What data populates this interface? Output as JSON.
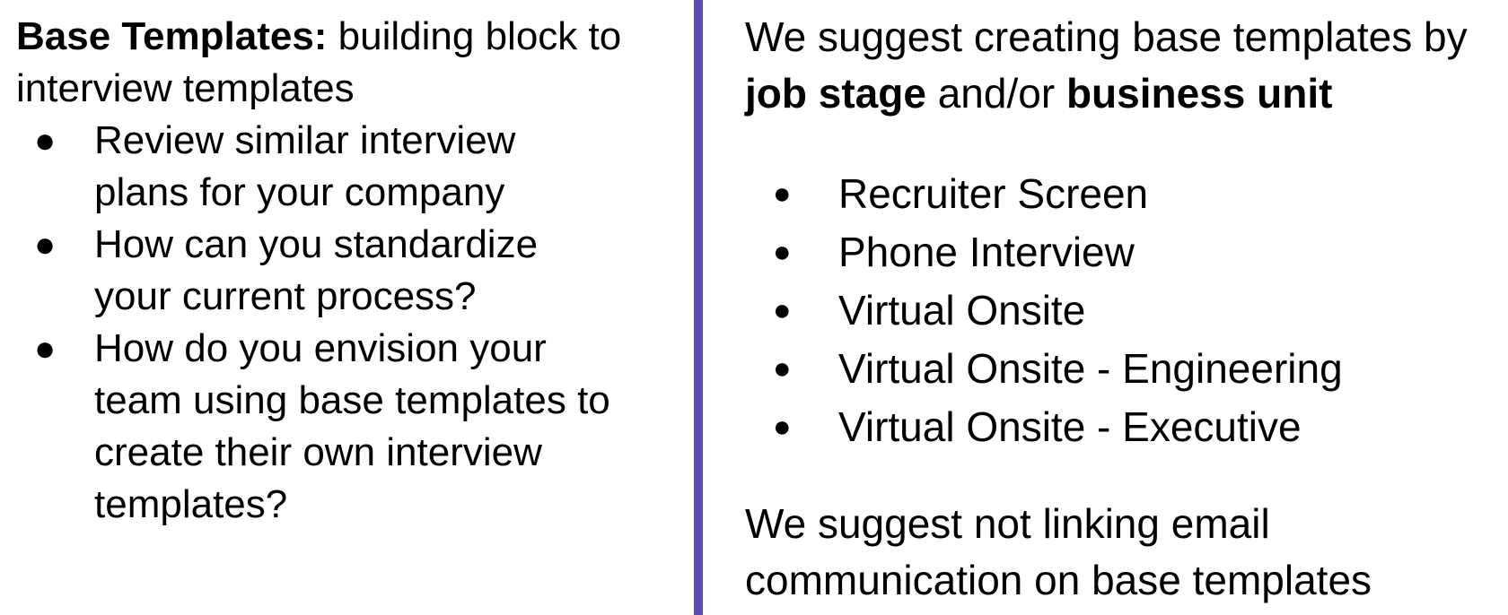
{
  "colors": {
    "divider": "#5A4CB4",
    "text": "#000000",
    "background": "#FFFFFF"
  },
  "icons": {
    "bullet_glyph": "●"
  },
  "left_panel": {
    "intro": {
      "bold_label": "Base Templates:",
      "rest_line1": " building block to",
      "line2": "interview templates"
    },
    "bullets": [
      {
        "lines": [
          "Review similar interview",
          "plans for your company"
        ]
      },
      {
        "lines": [
          "How can you standardize",
          "your current process?"
        ]
      },
      {
        "lines": [
          "How do you envision your",
          "team using base templates to",
          "create their own interview",
          "templates?"
        ]
      }
    ]
  },
  "right_panel": {
    "heading": {
      "line1": "We suggest creating base templates by",
      "bold1": "job stage",
      "mid": " and/or ",
      "bold2": "business unit"
    },
    "bullets": [
      "Recruiter Screen",
      "Phone Interview",
      "Virtual Onsite",
      "Virtual Onsite - Engineering",
      "Virtual Onsite - Executive"
    ],
    "note": {
      "line1": "We suggest not linking email",
      "line2": "communication on base templates"
    }
  }
}
